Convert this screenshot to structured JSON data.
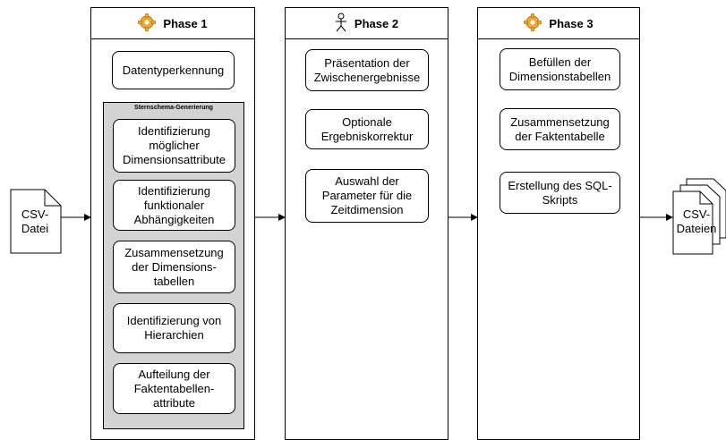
{
  "input_file": {
    "label": "CSV-\nDatei"
  },
  "output_files": {
    "label": "CSV-\nDateien"
  },
  "phases": [
    {
      "title": "Phase 1",
      "icon": "gear-icon",
      "items": [
        "Datentyperkennung"
      ],
      "group": {
        "title": "Sternschema-Generierung",
        "items": [
          "Identifizierung\nmöglicher\nDimensionsattribute",
          "Identifizierung\nfunktionaler\nAbhängigkeiten",
          "Zusammensetzung\nder Dimensions-\ntabellen",
          "Identifizierung von\nHierarchien",
          "Aufteilung der\nFaktentabellen-\nattribute"
        ]
      }
    },
    {
      "title": "Phase 2",
      "icon": "person-icon",
      "items": [
        "Präsentation der\nZwischenergebnisse",
        "Optionale\nErgebniskorrektur",
        "Auswahl der\nParameter für die\nZeitdimension"
      ]
    },
    {
      "title": "Phase 3",
      "icon": "gear-icon",
      "items": [
        "Befüllen der\nDimensionstabellen",
        "Zusammensetzung\nder Faktentabelle",
        "Erstellung des SQL-\nSkripts"
      ]
    }
  ]
}
